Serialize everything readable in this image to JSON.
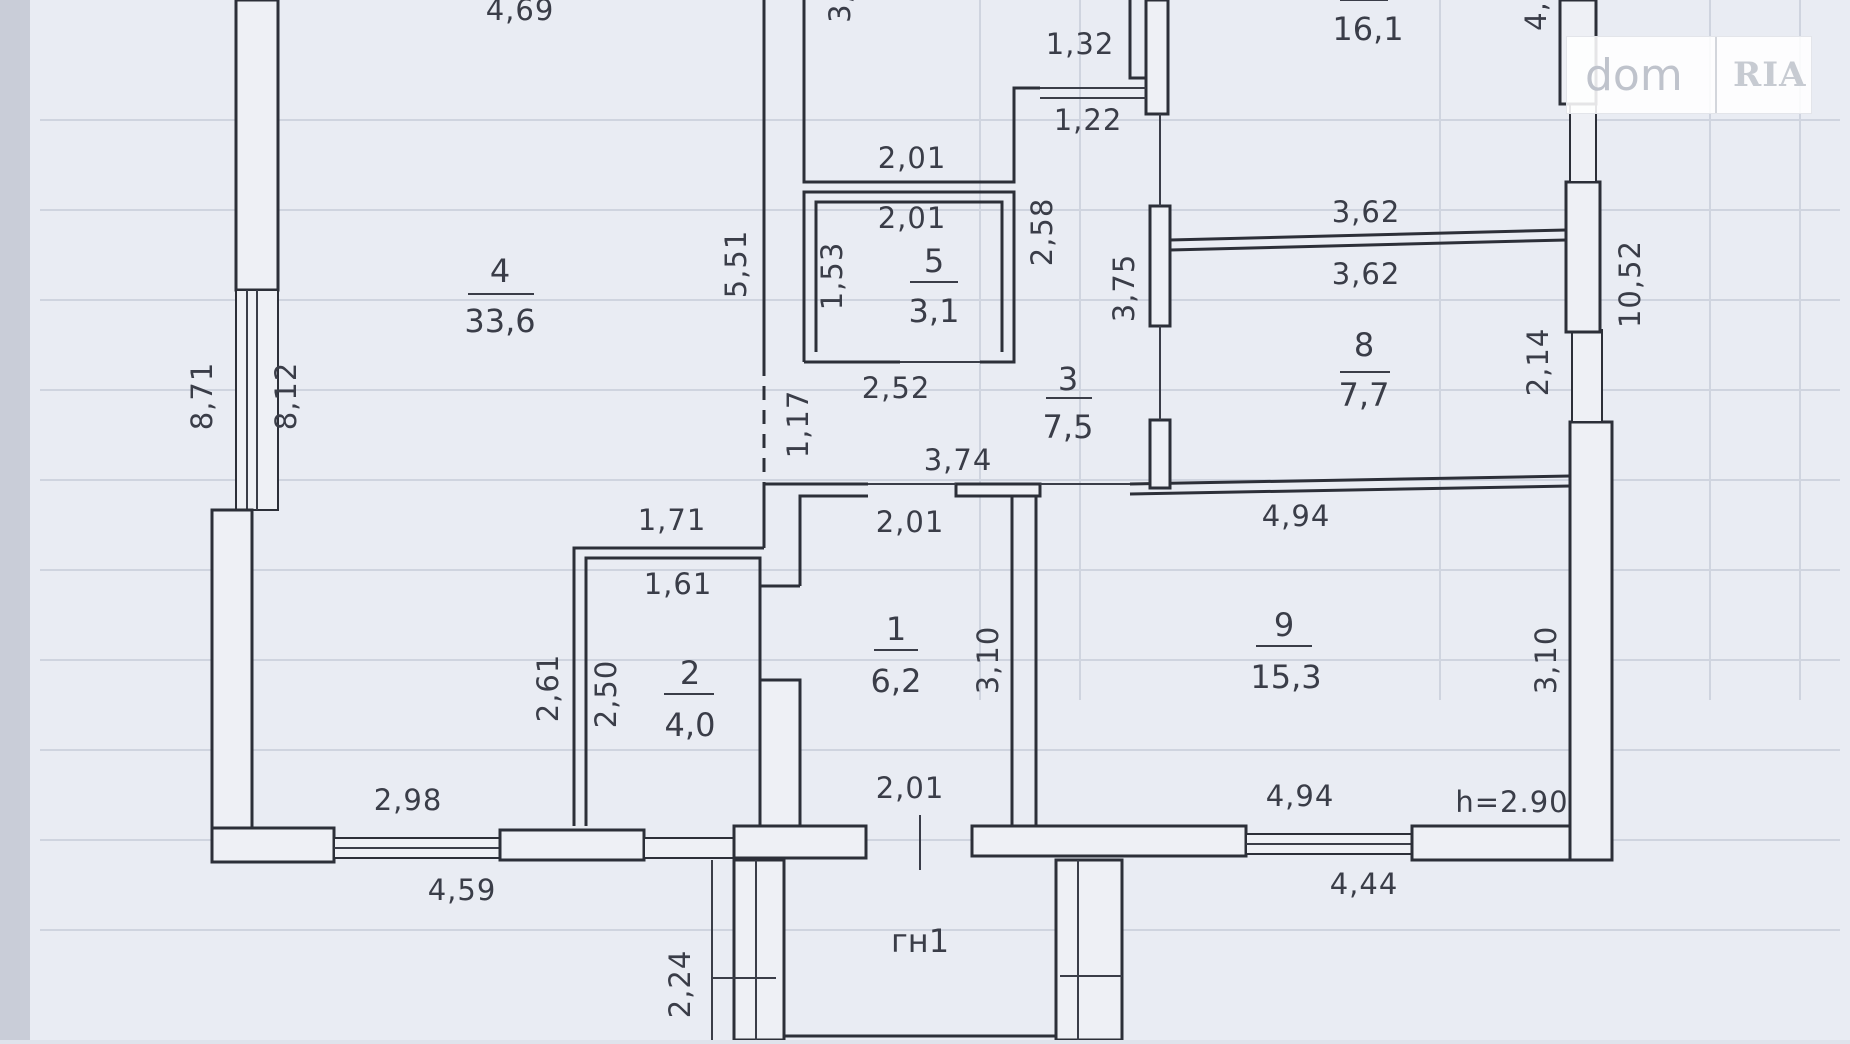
{
  "plan": {
    "rooms": [
      {
        "id": "room-1",
        "number": "1",
        "area": "6,2"
      },
      {
        "id": "room-2",
        "number": "2",
        "area": "4,0"
      },
      {
        "id": "room-3",
        "number": "3",
        "area": "7,5"
      },
      {
        "id": "room-4",
        "number": "4",
        "area": "33,6"
      },
      {
        "id": "room-5",
        "number": "5",
        "area": "3,1"
      },
      {
        "id": "room-8",
        "number": "8",
        "area": "7,7"
      },
      {
        "id": "room-9",
        "number": "9",
        "area": "15,3"
      },
      {
        "id": "room-top-right",
        "number": "",
        "area": "16,1"
      }
    ],
    "dimensions": {
      "top_469": "4,69",
      "top_3": "3,",
      "d132": "1,32",
      "d122": "1,22",
      "d201_a": "2,01",
      "d201_b": "2,01",
      "d153": "1,53",
      "d258": "2,58",
      "d551": "5,51",
      "d375": "3,75",
      "d362_a": "3,62",
      "d362_b": "3,62",
      "d4": "4,",
      "d1052": "10,52",
      "d214": "2,14",
      "d871": "8,71",
      "d812": "8,12",
      "d252": "2,52",
      "d117": "1,17",
      "d374": "3,74",
      "d171": "1,71",
      "d201_c": "2,01",
      "d494_a": "4,94",
      "d161": "1,61",
      "d310_a": "3,10",
      "d310_b": "3,10",
      "d261": "2,61",
      "d250": "2,50",
      "d298": "2,98",
      "d201_d": "2,01",
      "d494_b": "4,94",
      "height": "h=2.90",
      "d459": "4,59",
      "d444": "4,44",
      "d224": "2,24"
    },
    "porch_label": "гн1"
  },
  "watermark": {
    "brand": "dom",
    "brand2": "RIA"
  }
}
